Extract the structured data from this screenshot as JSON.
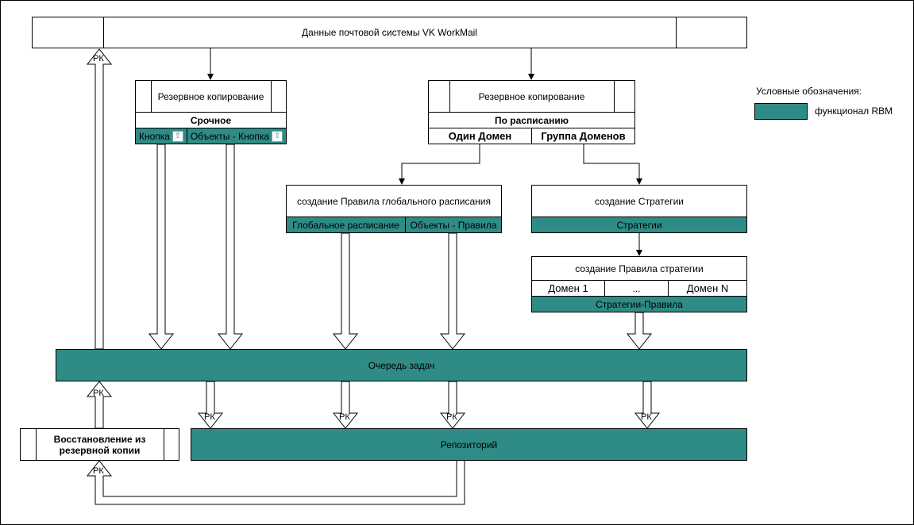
{
  "top": {
    "title": "Данные почтовой системы VK WorkMail"
  },
  "legend": {
    "title": "Условные обозначения:",
    "item_label": "функционал RBM",
    "item_color": "#2e8b85"
  },
  "urgent": {
    "title": "Резервное копирование",
    "subtitle": "Срочное",
    "btn1": "Кнопка",
    "btn2": "Объекты - Кнопка",
    "btn_icon": "upload-icon"
  },
  "scheduled": {
    "title": "Резервное копирование",
    "subtitle": "По расписанию",
    "opt1": "Один Домен",
    "opt2": "Группа Доменов"
  },
  "global_rule": {
    "title": "создание Правила глобального расписания",
    "cell1": "Глобальное расписание",
    "cell2": "Объекты - Правила"
  },
  "strategy": {
    "title": "создание Стратегии",
    "cell": "Стратегии"
  },
  "strategy_rule": {
    "title": "создание Правила стратегии",
    "d1": "Домен 1",
    "d2": "...",
    "d3": "Домен N",
    "cell": "Стратегии-Правила"
  },
  "queue": {
    "label": "Очередь задач"
  },
  "restore": {
    "label": "Восстановление из резервной копии"
  },
  "repo": {
    "label": "Репозиторий"
  },
  "pk_label": "РК",
  "colors": {
    "teal": "#2e8b85",
    "border": "#000000"
  }
}
